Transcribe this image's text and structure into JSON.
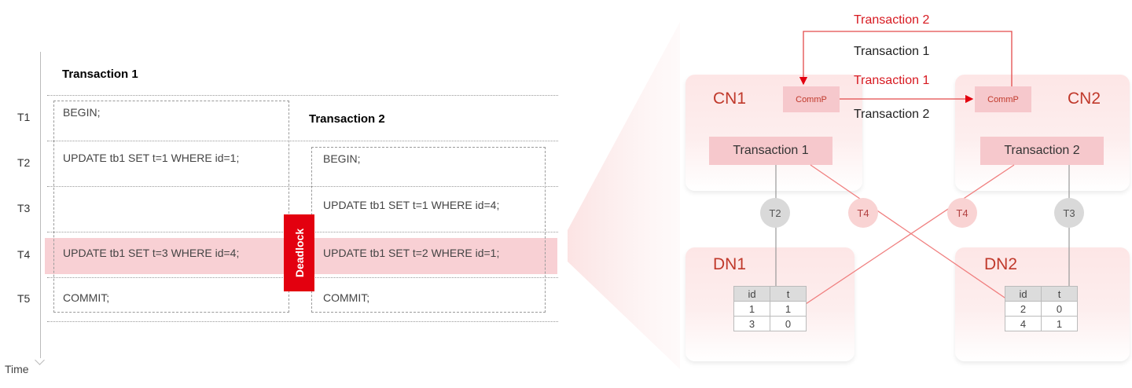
{
  "timeline": {
    "time_label": "Time",
    "rows": [
      "T1",
      "T2",
      "T3",
      "T4",
      "T5"
    ]
  },
  "transaction1": {
    "title": "Transaction 1",
    "statements": [
      "BEGIN;",
      "UPDATE tb1 SET t=1 WHERE id=1;",
      "UPDATE tb1 SET t=3 WHERE id=4;",
      "COMMIT;"
    ]
  },
  "transaction2": {
    "title": "Transaction 2",
    "statements": [
      "BEGIN;",
      "UPDATE tb1 SET t=1 WHERE id=4;",
      "UPDATE tb1 SET t=2 WHERE id=1;",
      "COMMIT;"
    ]
  },
  "deadlock_label": "Deadlock",
  "cluster": {
    "cn1": {
      "name": "CN1",
      "commp": "CommP",
      "transaction": "Transaction 1"
    },
    "cn2": {
      "name": "CN2",
      "commp": "CommP",
      "transaction": "Transaction 2"
    },
    "flows": {
      "top_red": "Transaction 2",
      "top_black": "Transaction 1",
      "mid_red": "Transaction 1",
      "mid_black": "Transaction 2"
    },
    "circles": {
      "c1": "T2",
      "c2": "T4",
      "c3": "T4",
      "c4": "T3"
    },
    "dn1": {
      "name": "DN1",
      "headers": [
        "id",
        "t"
      ],
      "rows": [
        [
          "1",
          "1"
        ],
        [
          "3",
          "0"
        ]
      ]
    },
    "dn2": {
      "name": "DN2",
      "headers": [
        "id",
        "t"
      ],
      "rows": [
        [
          "2",
          "0"
        ],
        [
          "4",
          "1"
        ]
      ]
    }
  },
  "colors": {
    "accent_red": "#e3000f",
    "highlight_pink": "#f8d0d4",
    "node_red_text": "#c0392b",
    "line_grey": "#999999"
  }
}
